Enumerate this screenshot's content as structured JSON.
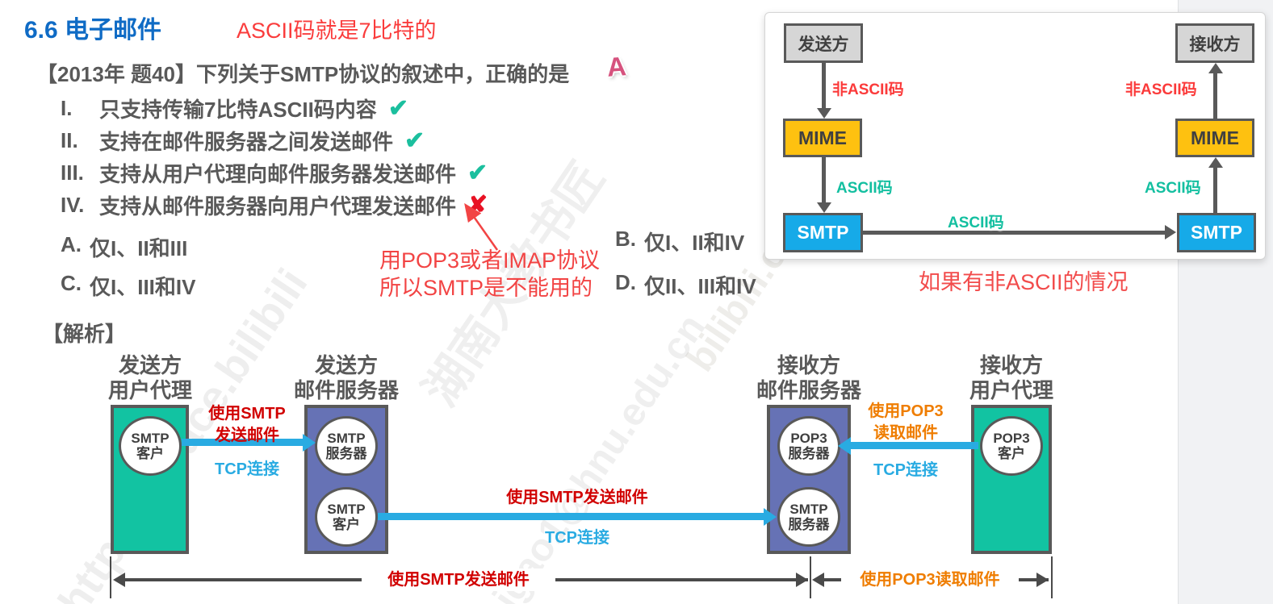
{
  "page": {
    "title": "6.6 电子邮件",
    "title_note": "ASCII码就是7比特的",
    "analysis_label": "【解析】"
  },
  "question": {
    "stem": "【2013年 题40】下列关于SMTP协议的叙述中，正确的是",
    "answer": "A",
    "statements": [
      {
        "num": "I.",
        "text": "只支持传输7比特ASCII码内容",
        "mark": "✔"
      },
      {
        "num": "II.",
        "text": "支持在邮件服务器之间发送邮件",
        "mark": "✔"
      },
      {
        "num": "III.",
        "text": "支持从用户代理向邮件服务器发送邮件",
        "mark": "✔"
      },
      {
        "num": "IV.",
        "text": "支持从邮件服务器向用户代理发送邮件",
        "mark": "✘"
      }
    ],
    "options": [
      {
        "label": "A.",
        "text": "仅I、II和III"
      },
      {
        "label": "B.",
        "text": "仅I、II和IV"
      },
      {
        "label": "C.",
        "text": "仅I、III和IV"
      },
      {
        "label": "D.",
        "text": "仅II、III和IV"
      }
    ],
    "annotation_line1": "用POP3或者IMAP协议",
    "annotation_line2": "所以SMTP是不能用的"
  },
  "mime_card": {
    "sender": "发送方",
    "receiver": "接收方",
    "mime_left": "MIME",
    "mime_right": "MIME",
    "smtp_left": "SMTP",
    "smtp_right": "SMTP",
    "non_ascii_left": "非ASCII码",
    "non_ascii_right": "非ASCII码",
    "ascii_left": "ASCII码",
    "ascii_mid": "ASCII码",
    "ascii_right": "ASCII码",
    "caption": "如果有非ASCII的情况"
  },
  "flow": {
    "col1": {
      "title1": "发送方",
      "title2": "用户代理"
    },
    "col2": {
      "title1": "发送方",
      "title2": "邮件服务器"
    },
    "col3": {
      "title1": "接收方",
      "title2": "邮件服务器"
    },
    "col4": {
      "title1": "接收方",
      "title2": "用户代理"
    },
    "c1": {
      "l1": "SMTP",
      "l2": "客户"
    },
    "c2a": {
      "l1": "SMTP",
      "l2": "服务器"
    },
    "c2b": {
      "l1": "SMTP",
      "l2": "客户"
    },
    "c3a": {
      "l1": "POP3",
      "l2": "服务器"
    },
    "c3b": {
      "l1": "SMTP",
      "l2": "服务器"
    },
    "c4": {
      "l1": "POP3",
      "l2": "客户"
    },
    "arrow1_label1": "使用SMTP",
    "arrow1_label2": "发送邮件",
    "arrow1_tcp": "TCP连接",
    "arrow2_label": "使用SMTP发送邮件",
    "arrow2_tcp": "TCP连接",
    "arrow3_label1": "使用POP3",
    "arrow3_label2": "读取邮件",
    "arrow3_tcp": "TCP连接",
    "bracket_smtp_label": "使用SMTP发送邮件",
    "bracket_pop3_label": "使用POP3读取邮件"
  },
  "watermarks": [
    "https://space.bilibili",
    "湖南大教书匠",
    "bilibili.com/3609964",
    "jgao1@hnu.edu.cn",
    "jgao1@"
  ],
  "colors": {
    "title_blue": "#0f6bc5",
    "body_gray": "#595959",
    "note_red": "#fa3c3c",
    "answer_pink": "#d6527e",
    "check_teal": "#1bbf9e",
    "cross_red": "#e81123",
    "box_teal": "#12c3a2",
    "box_purple": "#6672b5",
    "box_orange": "#fec110",
    "box_blue": "#16aae8",
    "box_gray": "#d6d6d6",
    "arrow_cyan": "#29abe2",
    "label_red": "#d10000",
    "label_orange": "#ef7d00",
    "dark_stroke": "#595959",
    "gutter_gray": "#f1f2f4"
  }
}
